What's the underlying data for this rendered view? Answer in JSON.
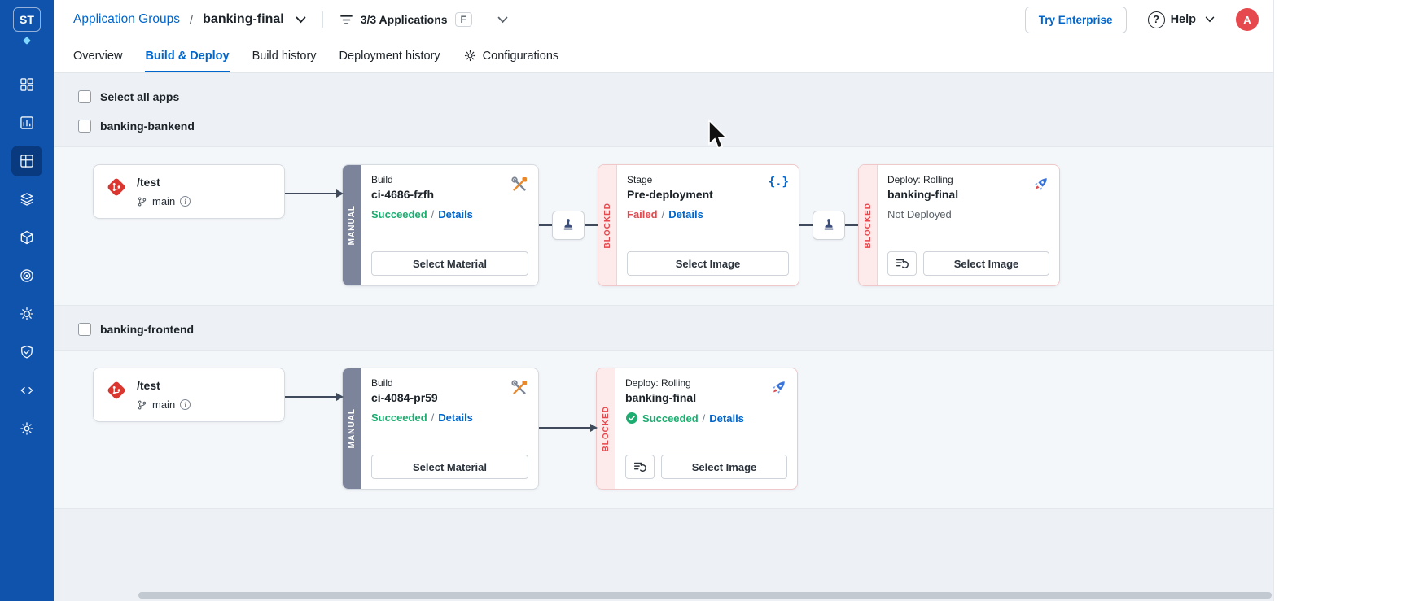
{
  "sidebar": {
    "logo_text": "ST"
  },
  "header": {
    "breadcrumb": {
      "root": "Application Groups",
      "separator": "/",
      "current": "banking-final"
    },
    "filter": {
      "label": "3/3 Applications",
      "badge": "F"
    },
    "try_enterprise_label": "Try Enterprise",
    "help_icon": "?",
    "help_label": "Help",
    "avatar_initial": "A"
  },
  "tabs": [
    {
      "label": "Overview"
    },
    {
      "label": "Build & Deploy"
    },
    {
      "label": "Build history"
    },
    {
      "label": "Deployment history"
    },
    {
      "label": "Configurations"
    }
  ],
  "content": {
    "select_all_label": "Select all apps",
    "groups": [
      {
        "name": "banking-bankend",
        "git": {
          "path": "/test",
          "branch": "main"
        },
        "build": {
          "label": "Build",
          "name": "ci-4686-fzfh",
          "gate": "MANUAL",
          "status": "Succeeded",
          "separator": "/",
          "details_label": "Details",
          "action_label": "Select Material"
        },
        "stage": {
          "label": "Stage",
          "name": "Pre-deployment",
          "gate": "BLOCKED",
          "status": "Failed",
          "separator": "/",
          "details_label": "Details",
          "action_label": "Select Image"
        },
        "deploy": {
          "label": "Deploy: Rolling",
          "name": "banking-final",
          "gate": "BLOCKED",
          "status": "Not Deployed",
          "action_label": "Select Image"
        }
      },
      {
        "name": "banking-frontend",
        "git": {
          "path": "/test",
          "branch": "main"
        },
        "build": {
          "label": "Build",
          "name": "ci-4084-pr59",
          "gate": "MANUAL",
          "status": "Succeeded",
          "separator": "/",
          "details_label": "Details",
          "action_label": "Select Material"
        },
        "deploy": {
          "label": "Deploy: Rolling",
          "name": "banking-final",
          "gate": "BLOCKED",
          "status": "Succeeded",
          "separator": "/",
          "details_label": "Details",
          "action_label": "Select Image"
        }
      }
    ]
  },
  "icons": {
    "braces": "{.}"
  },
  "colors": {
    "accent": "#0066CC",
    "success": "#1DAD70",
    "danger": "#E5484D",
    "sidebar_blue": "#1053AD"
  }
}
